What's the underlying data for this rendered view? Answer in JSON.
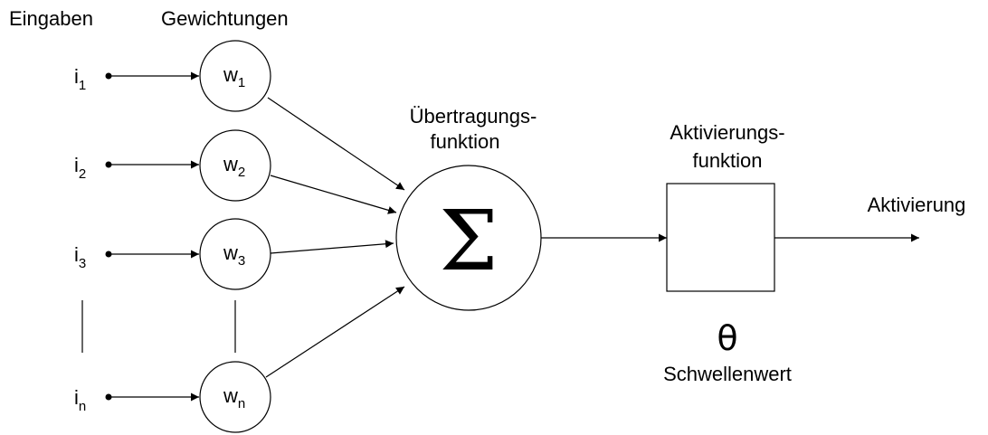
{
  "headers": {
    "inputs": "Eingaben",
    "weights": "Gewichtungen"
  },
  "inputs": [
    {
      "label": "i",
      "sub": "1"
    },
    {
      "label": "i",
      "sub": "2"
    },
    {
      "label": "i",
      "sub": "3"
    },
    {
      "label": "i",
      "sub": "n"
    }
  ],
  "weights": [
    {
      "label": "w",
      "sub": "1"
    },
    {
      "label": "w",
      "sub": "2"
    },
    {
      "label": "w",
      "sub": "3"
    },
    {
      "label": "w",
      "sub": "n"
    }
  ],
  "transfer": {
    "line1": "Übertragungs-",
    "line2": "funktion",
    "symbol": "Σ"
  },
  "activation_function": {
    "line1": "Aktivierungs-",
    "line2": "funktion"
  },
  "threshold": {
    "symbol": "θ",
    "label": "Schwellenwert"
  },
  "output": {
    "label": "Aktivierung"
  }
}
